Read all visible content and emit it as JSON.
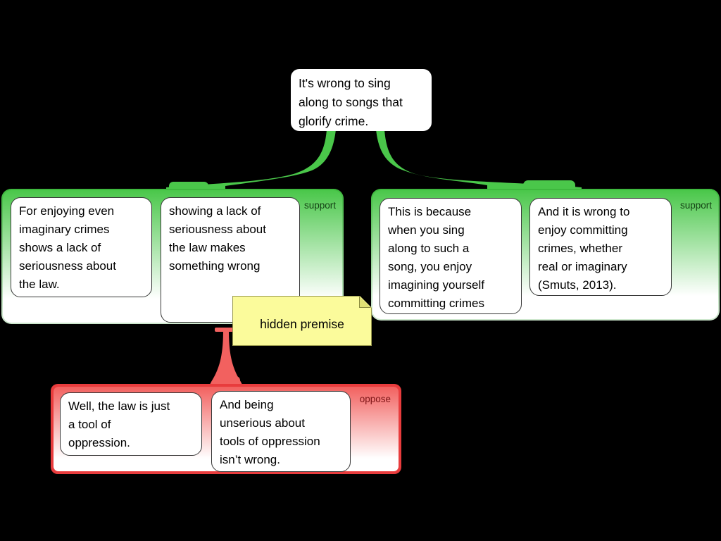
{
  "colors": {
    "background": "#000000",
    "support_green": "#4ac74a",
    "support_label_text": "#133f13",
    "oppose_border_red": "#e83c3d",
    "oppose_fill_red": "#f2615f",
    "oppose_label_text": "#7c1416",
    "note_yellow": "#fbfb9b",
    "node_fill": "#ffffff"
  },
  "root_claim": {
    "text": "It's wrong to sing\nalong to songs that\nglorify crime."
  },
  "groups": [
    {
      "type": "support",
      "label": "support",
      "boxes": [
        {
          "text": "For enjoying even\nimaginary crimes\nshows a lack of\nseriousness about\nthe law."
        },
        {
          "text": "showing a lack of\nseriousness about\nthe law makes\nsomething wrong"
        }
      ]
    },
    {
      "type": "support",
      "label": "support",
      "boxes": [
        {
          "text": "This is because\nwhen you sing\nalong to such a\nsong, you enjoy\nimagining yourself\ncommitting crimes"
        },
        {
          "text": "And it is wrong to\nenjoy committing\ncrimes, whether\nreal or imaginary\n(Smuts, 2013)."
        }
      ]
    },
    {
      "type": "oppose",
      "label": "oppose",
      "boxes": [
        {
          "text": "Well, the law is just\na tool of\noppression."
        },
        {
          "text": "And being\nunserious about\ntools of oppression\nisn’t wrong."
        }
      ]
    }
  ],
  "note": {
    "text": "hidden premise"
  }
}
